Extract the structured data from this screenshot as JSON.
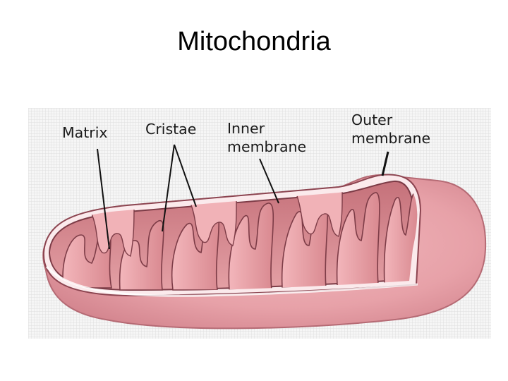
{
  "slide": {
    "title": "Mitochondria"
  },
  "diagram": {
    "labels": {
      "matrix": "Matrix",
      "cristae": "Cristae",
      "inner_membrane_line1": "Inner",
      "inner_membrane_line2": "membrane",
      "outer_membrane_line1": "Outer",
      "outer_membrane_line2": "membrane"
    }
  },
  "colors": {
    "outer_membrane": "#e9a3aa",
    "outer_edge": "#b56a74",
    "inner_space": "#fbeaec",
    "matrix": "#d98b8f",
    "cristae": "#eda2a8",
    "background_grid": "#e7e7e7"
  }
}
